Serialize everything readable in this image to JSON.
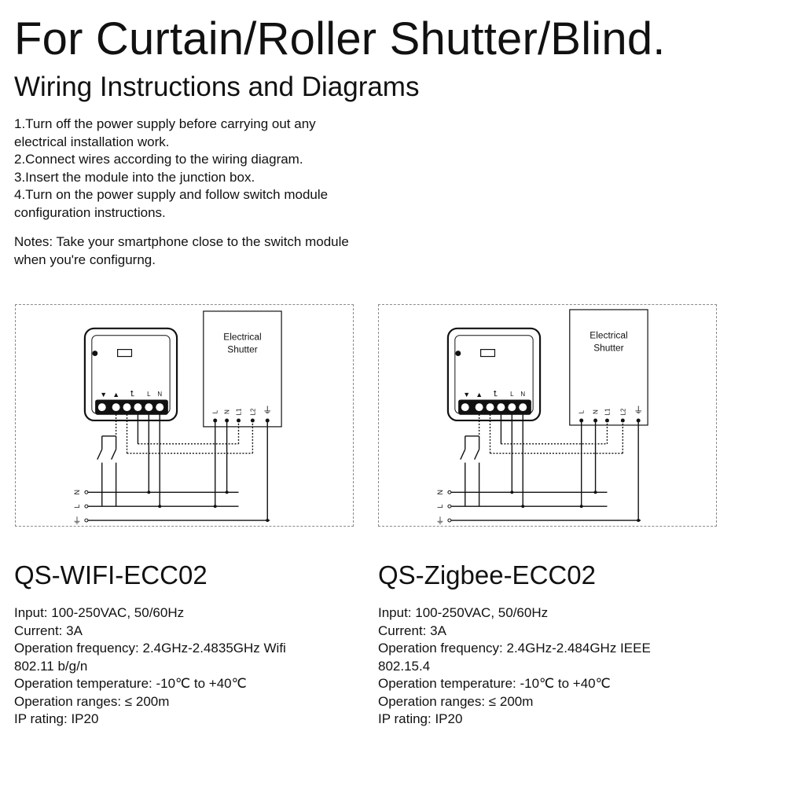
{
  "header": {
    "title": "For Curtain/Roller Shutter/Blind.",
    "subtitle": "Wiring Instructions and Diagrams"
  },
  "instructions": [
    "1.Turn off the power supply before carrying out any",
    "electrical installation work.",
    "2.Connect wires according to the wiring diagram.",
    "3.Insert the module into the junction box.",
    "4.Turn on the power supply and follow switch module",
    "configuration instructions."
  ],
  "notes": [
    "Notes: Take your smartphone close to the switch module",
    "when you're configurng."
  ],
  "diagram": {
    "device_label_line1": "Electrical",
    "device_label_line2": "Shutter",
    "module_terminals": [
      "▼",
      "▲",
      "⮤",
      "L",
      "N"
    ],
    "device_terminals": [
      "L",
      "N",
      "L1",
      "L2",
      "⏚"
    ],
    "supply_lines": [
      "N",
      "L",
      "⏚"
    ]
  },
  "products": [
    {
      "model": "QS-WIFI-ECC02",
      "specs": [
        "Input: 100-250VAC, 50/60Hz",
        "Current: 3A",
        "Operation frequency: 2.4GHz-2.4835GHz Wifi",
        "802.11 b/g/n",
        "Operation temperature: -10℃ to +40℃",
        "Operation ranges: ≤ 200m",
        "IP rating: IP20"
      ]
    },
    {
      "model": "QS-Zigbee-ECC02",
      "specs": [
        "Input: 100-250VAC, 50/60Hz",
        "Current: 3A",
        "Operation frequency: 2.4GHz-2.484GHz IEEE",
        "802.15.4",
        "Operation temperature: -10℃ to +40℃",
        "Operation ranges: ≤ 200m",
        "IP rating: IP20"
      ]
    }
  ]
}
